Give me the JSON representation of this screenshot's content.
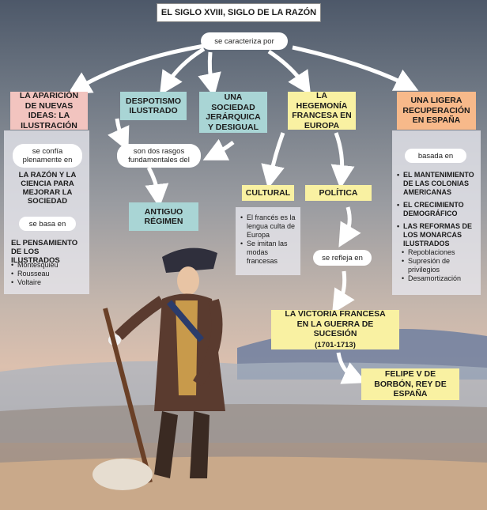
{
  "title": "EL SIGLO XVIII, SIGLO DE LA RAZÓN",
  "root_connector": "se caracteriza por",
  "nodes": {
    "ilustracion": "LA APARICIÓN DE NUEVAS IDEAS: LA ILUSTRACIÓN",
    "despotismo": "DESPOTISMO ILUSTRADO",
    "sociedad": "UNA SOCIEDAD JERÁRQUICA Y DESIGUAL",
    "hegemonia": "LA HEGEMONÍA FRANCESA EN EUROPA",
    "recuperacion": "UNA LIGERA RECUPERACIÓN EN ESPAÑA",
    "antiguo_regimen": "ANTIGUO RÉGIMEN",
    "cultural": "CULTURAL",
    "politica": "POLÍTICA",
    "victoria_line1": "LA VICTORIA FRANCESA",
    "victoria_line2": "EN LA GUERRA DE SUCESIÓN",
    "victoria_years": "(1701-1713)",
    "felipe": "FELIPE V DE BORBÓN, REY DE ESPAÑA"
  },
  "connectors": {
    "dos_rasgos": "son dos rasgos fundamentales del",
    "confia": "se confía plenamente en",
    "basa": "se basa en",
    "basada": "basada en",
    "refleja": "se refleja en"
  },
  "ilustracion_panel": {
    "razon": "LA RAZÓN Y LA CIENCIA PARA MEJORAR LA SOCIEDAD",
    "pensamiento": "EL PENSAMIENTO DE LOS ILUSTRADOS",
    "ilustrados": [
      "Montesquieu",
      "Rousseau",
      "Voltaire"
    ]
  },
  "cultural_items": [
    "El francés es la lengua culta de Europa",
    "Se imitan las modas francesas"
  ],
  "recuperacion_items": {
    "mantenimiento": "EL MANTENIMIENTO DE LAS COLONIAS AMERICANAS",
    "crecimiento": "EL CRECIMIENTO DEMOGRÁFICO",
    "reformas": "LAS REFORMAS DE LOS MONARCAS ILUSTRADOS",
    "reformas_sub": [
      "Repoblaciones",
      "Supresión de privilegios",
      "Desamortización"
    ]
  },
  "colors": {
    "pink": "#f2c4bf",
    "teal": "#a9d5d5",
    "yellow": "#f9f1a2",
    "orange": "#f7b98a"
  }
}
